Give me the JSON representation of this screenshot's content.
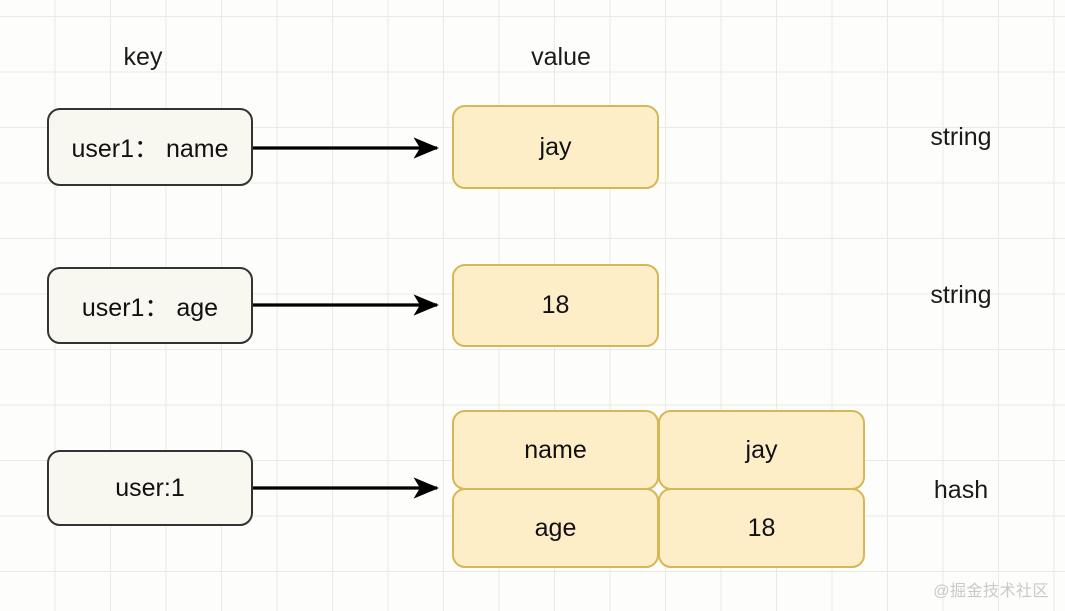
{
  "diagram": {
    "headers": {
      "key": "key",
      "value": "value"
    },
    "rows": [
      {
        "key": "user1： name",
        "value_kind": "single",
        "value": "jay",
        "type": "string"
      },
      {
        "key": "user1： age",
        "value_kind": "single",
        "value": "18",
        "type": "string"
      },
      {
        "key": "user:1",
        "value_kind": "table",
        "table": [
          {
            "field": "name",
            "value": "jay"
          },
          {
            "field": "age",
            "value": "18"
          }
        ],
        "type": "hash"
      }
    ],
    "arrows": {
      "direction": "key-to-value",
      "style": "solid-line-filled-triangle-head",
      "color": "#000000"
    },
    "colors": {
      "key_box_fill": "#F9F8F0",
      "key_box_border": "#333333",
      "value_box_fill": "#FDEEC8",
      "value_box_border": "#D6B656",
      "grid_line": "#E9E9E6",
      "background": "#FDFDFB",
      "text": "#111111",
      "watermark": "#C9C9C9"
    },
    "watermark": "@掘金技术社区"
  }
}
